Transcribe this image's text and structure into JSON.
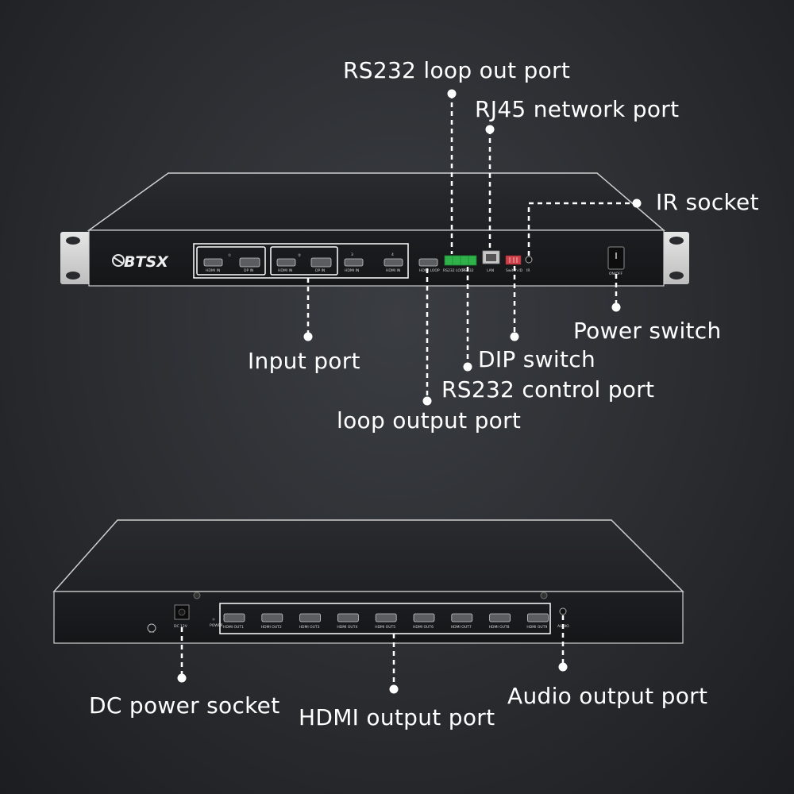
{
  "front_panel": {
    "brand": "BTSX",
    "input_labels": [
      "HDMI IN",
      "DP IN",
      "HDMI IN",
      "DP IN",
      "HDMI IN",
      "HDMI IN"
    ],
    "input_numbers": [
      "①",
      "②",
      "3",
      "4"
    ],
    "loop_label": "HDMI LOOP",
    "rs232_loop_label": "RS232 LOOP",
    "rs232_label": "RS232",
    "lan_label": "LAN",
    "switch_id_label": "Switch ID",
    "ir_label": "IR",
    "power_switch_label": "ON/OFF"
  },
  "rear_panel": {
    "dc_label": "DC 12V",
    "power_label": "POWER",
    "hdmi_out_labels": [
      "HDMI OUT1",
      "HDMI OUT2",
      "HDMI OUT3",
      "HDMI OUT4",
      "HDMI OUT5",
      "HDMI OUT6",
      "HDMI OUT7",
      "HDMI OUT8",
      "HDMI OUT9"
    ],
    "audio_label": "AUDIO"
  },
  "callouts": {
    "rs232_loop_out_port": "RS232 loop out port",
    "rj45_network_port": "RJ45 network port",
    "ir_socket": "IR socket",
    "power_switch": "Power switch",
    "input_port": "Input port",
    "dip_switch": "DIP switch",
    "rs232_control_port": "RS232 control port",
    "loop_output_port": "loop output port",
    "dc_power_socket": "DC power socket",
    "hdmi_output_port": "HDMI output port",
    "audio_output_port": "Audio output port"
  },
  "colors": {
    "chassis": "#1b1c1f",
    "terminal_green": "#2fb24a",
    "dip_red": "#d0404a",
    "callout_text": "#ffffff"
  }
}
